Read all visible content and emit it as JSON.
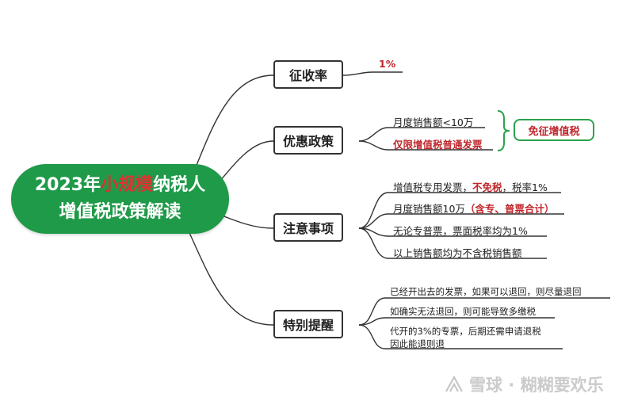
{
  "root": {
    "year": "2023年",
    "highlight": "小规模",
    "line1_rest": "纳税人",
    "line2": "增值税政策解读"
  },
  "branches": [
    {
      "label": "征收率",
      "leaves": [
        {
          "text": "1%",
          "red": true
        }
      ]
    },
    {
      "label": "优惠政策",
      "leaves": [
        {
          "text": "月度销售额<10万",
          "red": false
        },
        {
          "text": "仅限增值税普通发票",
          "red": true
        }
      ],
      "result": "免征增值税"
    },
    {
      "label": "注意事项",
      "leaves": [
        {
          "parts": [
            {
              "t": "增值税专用发票，",
              "red": false
            },
            {
              "t": "不免税",
              "red": true
            },
            {
              "t": "，税率1%",
              "red": false
            }
          ]
        },
        {
          "parts": [
            {
              "t": "月度销售额10万",
              "red": false
            },
            {
              "t": "（含专、普票合计）",
              "red": true
            }
          ]
        },
        {
          "parts": [
            {
              "t": "无论专普票，票面税率均为1%",
              "red": false
            }
          ]
        },
        {
          "parts": [
            {
              "t": "以上销售额均为不含税销售额",
              "red": false
            }
          ]
        }
      ]
    },
    {
      "label": "特别提醒",
      "leaves": [
        {
          "text": "已经开出去的发票，如果可以退回，则尽量退回"
        },
        {
          "text": "如确实无法退回，则可能导致多缴税"
        },
        {
          "text": "代开的3%的专票，后期还需申请退税"
        },
        {
          "text": "因此能退则退"
        }
      ]
    }
  ],
  "watermark": "雪球 · 糊糊要欢乐",
  "colors": {
    "root_bg": "#1f9a49",
    "highlight": "#e03030",
    "accent_red": "#c0272d",
    "bracket_green": "#2ba24c",
    "line": "#333333"
  }
}
